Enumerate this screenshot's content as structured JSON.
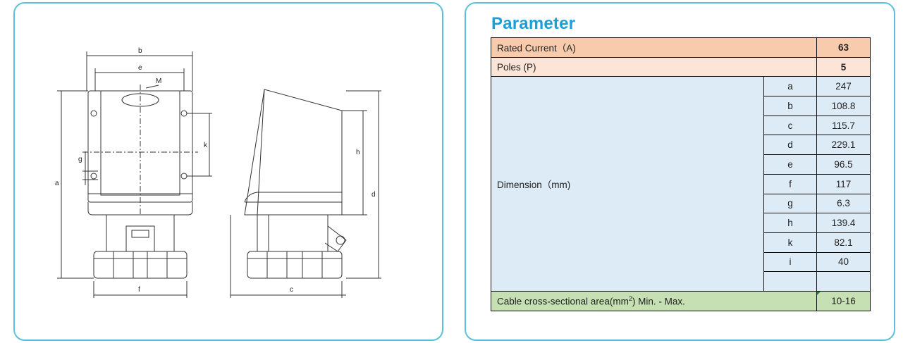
{
  "drawing": {
    "front_labels": [
      "b",
      "e",
      "M",
      "a",
      "g",
      "k",
      "f"
    ],
    "side_labels": [
      "h",
      "d",
      "c"
    ]
  },
  "parameter": {
    "title": "Parameter",
    "rated_current": {
      "label": "Rated Current（A)",
      "value": "63"
    },
    "poles": {
      "label": "Poles (P)",
      "value": "5"
    },
    "dimension_label": "Dimension（mm)",
    "dimensions": [
      {
        "key": "a",
        "value": "247"
      },
      {
        "key": "b",
        "value": "108.8"
      },
      {
        "key": "c",
        "value": "115.7"
      },
      {
        "key": "d",
        "value": "229.1"
      },
      {
        "key": "e",
        "value": "96.5"
      },
      {
        "key": "f",
        "value": "117"
      },
      {
        "key": "g",
        "value": "6.3"
      },
      {
        "key": "h",
        "value": "139.4"
      },
      {
        "key": "k",
        "value": "82.1"
      },
      {
        "key": "i",
        "value": "40"
      }
    ],
    "cable": {
      "label_prefix": "Cable cross-sectional area(mm",
      "label_sup": "2",
      "label_suffix": ") Min. - Max.",
      "value": "10-16"
    }
  },
  "colors": {
    "border_accent": "#5bc0de",
    "title": "#1aa0d8",
    "row_current": "#f8cbad",
    "row_poles": "#fce4d6",
    "row_dimension": "#ddebf7",
    "row_cable": "#c6e0b4"
  }
}
